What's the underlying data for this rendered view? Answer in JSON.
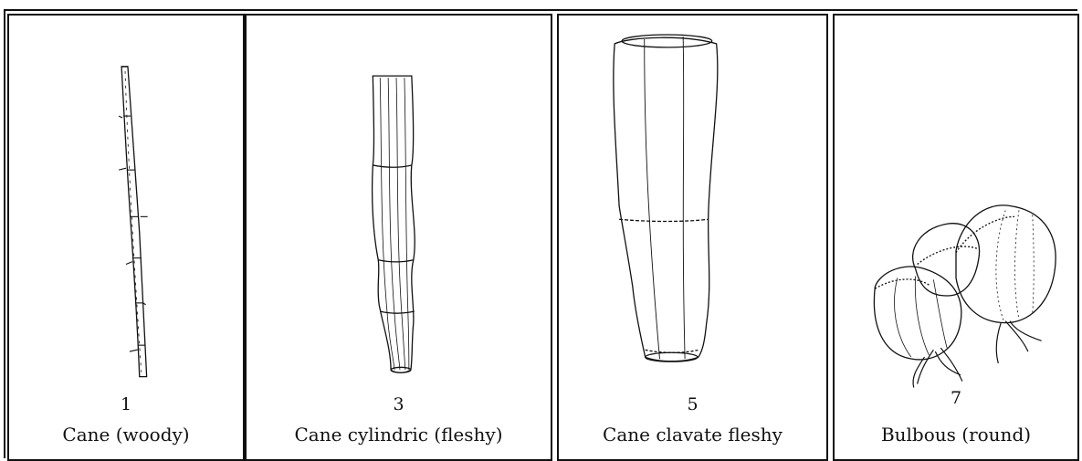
{
  "figure": {
    "panels": [
      {
        "id": "1",
        "number": "1",
        "caption": "Cane (woody)",
        "drawing_icon": "woody-cane-stem-icon"
      },
      {
        "id": "3",
        "number": "3",
        "caption": "Cane cylindric (fleshy)",
        "drawing_icon": "cylindric-fleshy-cane-icon"
      },
      {
        "id": "5",
        "number": "5",
        "caption": "Cane clavate fleshy",
        "drawing_icon": "clavate-fleshy-cane-icon"
      },
      {
        "id": "7",
        "number": "7",
        "caption": "Bulbous (round)",
        "drawing_icon": "bulbous-pseudobulb-icon"
      }
    ],
    "line_color": "#111111",
    "background": "#ffffff"
  }
}
